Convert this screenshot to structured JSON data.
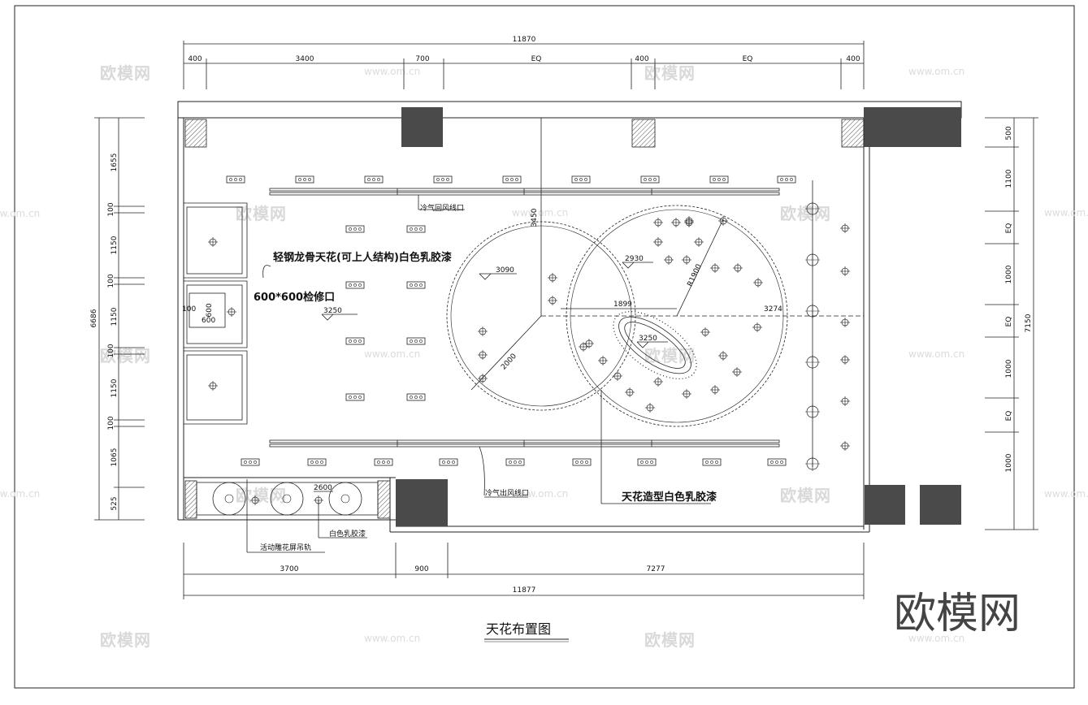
{
  "drawing": {
    "title": "天花布置图",
    "brand": "欧模网",
    "watermark_text": "欧模网",
    "watermark_url": "www.om.cn"
  },
  "dimensions": {
    "top_total": "11870",
    "top_segments": [
      "400",
      "3400",
      "700",
      "EQ",
      "400",
      "EQ",
      "400"
    ],
    "bottom_total": "11877",
    "bottom_segments": [
      "3700",
      "900",
      "7277"
    ],
    "left_total": "6686",
    "left_segments": [
      "1655",
      "100",
      "1150",
      "100",
      "1150",
      "100",
      "1150",
      "100",
      "1065",
      "525"
    ],
    "right_total": "7150",
    "right_segments": [
      "500",
      "1100",
      "EQ",
      "1000",
      "EQ",
      "1000",
      "EQ",
      "1000"
    ]
  },
  "annotations": {
    "ceiling_note": "轻钢龙骨天花(可上人结构)白色乳胶漆",
    "access_panel": "600*600检修口",
    "ac_return": "冷气回风线口",
    "ac_supply": "冷气出风线口",
    "feature_ceiling": "天花造型白色乳胶漆",
    "white_paint": "白色乳胶漆",
    "track": "活动雕花屏吊轨",
    "h_3250_left": "3250",
    "h_3090": "3090",
    "h_2930": "2930",
    "h_3250_center": "3250",
    "h_2600": "2600",
    "r_2000": "2000",
    "r_1900": "R1900",
    "d_1899": "1899",
    "d_3274": "3274",
    "d_3450": "3450",
    "panel_600": "600",
    "panel_600b": "600",
    "panel_100": "100"
  }
}
